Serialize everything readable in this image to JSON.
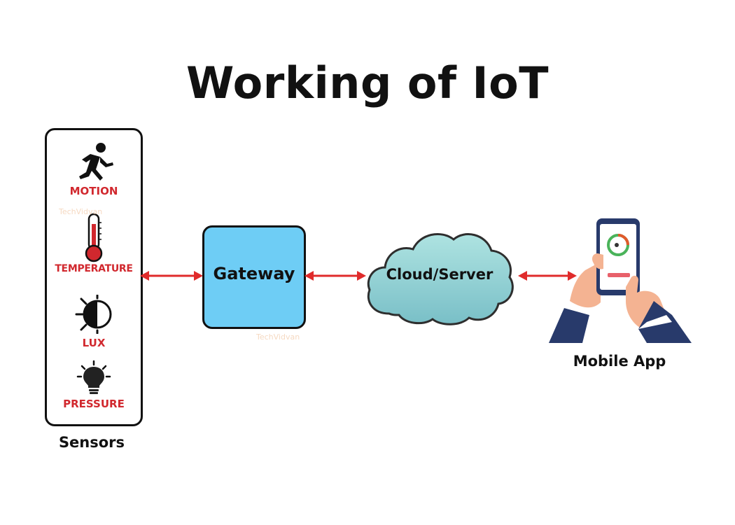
{
  "title": "Working of IoT",
  "sensors": {
    "caption": "Sensors",
    "items": [
      {
        "label": "MOTION",
        "icon": "running-person-icon"
      },
      {
        "label": "TEMPERATURE",
        "icon": "thermometer-icon"
      },
      {
        "label": "LUX",
        "icon": "brightness-icon"
      },
      {
        "label": "PRESSURE",
        "icon": "lightbulb-icon"
      }
    ]
  },
  "gateway": {
    "label": "Gateway"
  },
  "cloud": {
    "label": "Cloud/Server"
  },
  "mobile": {
    "caption": "Mobile App",
    "icon": "hand-holding-phone-icon"
  },
  "watermark": {
    "text": "TechVidvan"
  },
  "colors": {
    "label_red": "#d1282e",
    "arrow_red": "#e02b2b",
    "gateway_fill": "#6ecdf5",
    "cloud_fill": "#8fd3d6",
    "outline": "#111111"
  }
}
